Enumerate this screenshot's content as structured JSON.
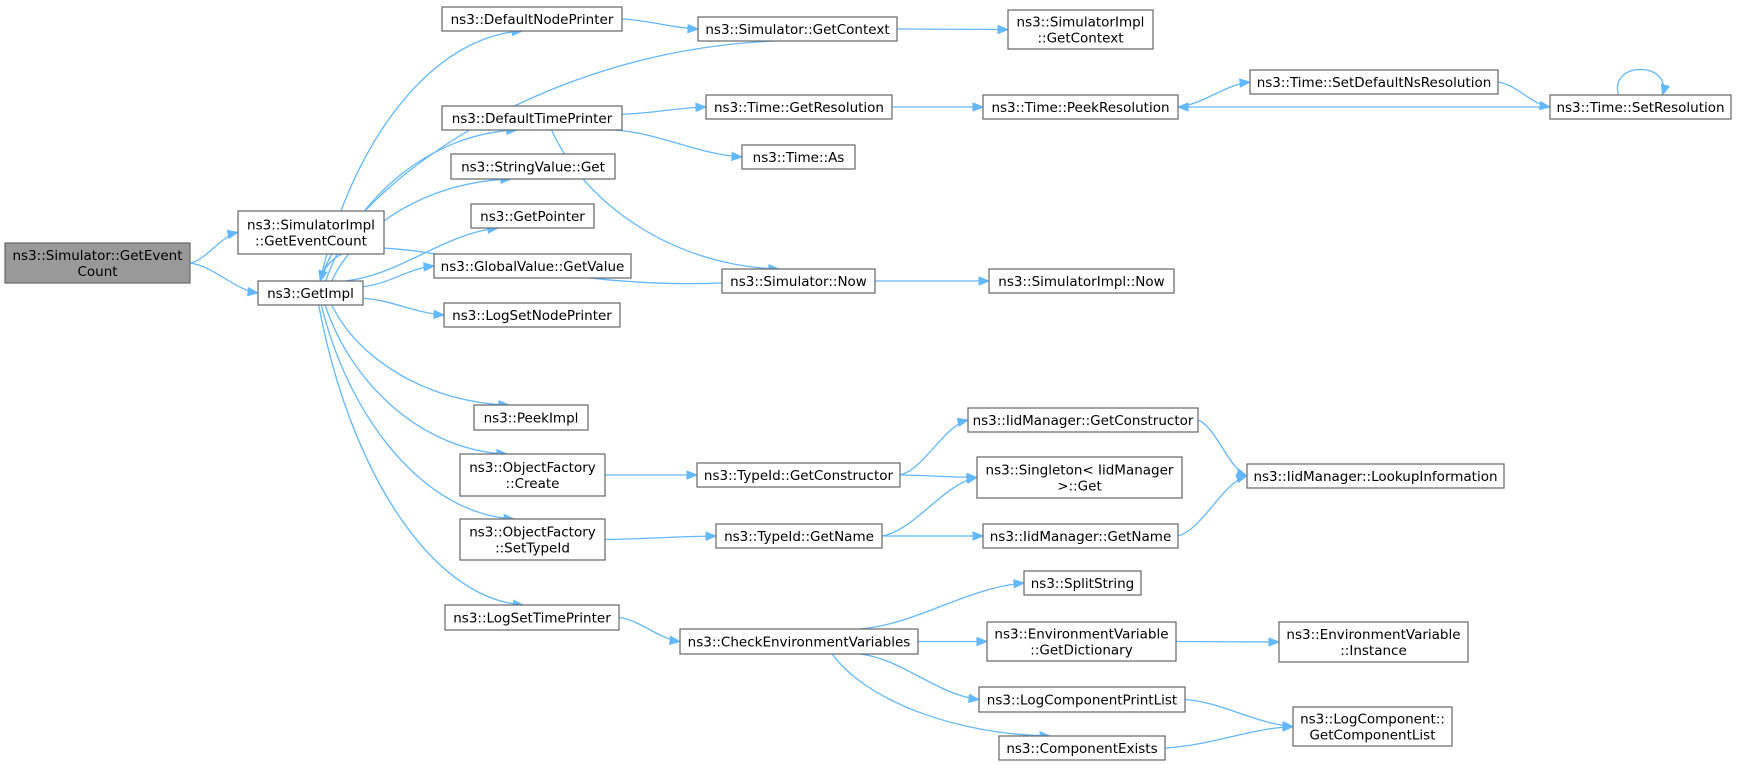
{
  "graph": {
    "nodes": [
      {
        "id": "root",
        "lines": [
          "ns3::Simulator::GetEvent",
          "Count"
        ],
        "root": true
      },
      {
        "id": "siGetEventCount",
        "lines": [
          "ns3::SimulatorImpl",
          "::GetEventCount"
        ]
      },
      {
        "id": "getImpl",
        "lines": [
          "ns3::GetImpl"
        ]
      },
      {
        "id": "defaultNodePrinter",
        "lines": [
          "ns3::DefaultNodePrinter"
        ]
      },
      {
        "id": "defaultTimePrinter",
        "lines": [
          "ns3::DefaultTimePrinter"
        ]
      },
      {
        "id": "stringValueGet",
        "lines": [
          "ns3::StringValue::Get"
        ]
      },
      {
        "id": "getPointer",
        "lines": [
          "ns3::GetPointer"
        ]
      },
      {
        "id": "globalValueGetValue",
        "lines": [
          "ns3::GlobalValue::GetValue"
        ]
      },
      {
        "id": "logSetNodePrinter",
        "lines": [
          "ns3::LogSetNodePrinter"
        ]
      },
      {
        "id": "peekImpl",
        "lines": [
          "ns3::PeekImpl"
        ]
      },
      {
        "id": "objectFactoryCreate",
        "lines": [
          "ns3::ObjectFactory",
          "::Create"
        ]
      },
      {
        "id": "objectFactorySetTypeId",
        "lines": [
          "ns3::ObjectFactory",
          "::SetTypeId"
        ]
      },
      {
        "id": "logSetTimePrinter",
        "lines": [
          "ns3::LogSetTimePrinter"
        ]
      },
      {
        "id": "simGetContext",
        "lines": [
          "ns3::Simulator::GetContext"
        ]
      },
      {
        "id": "siGetContext",
        "lines": [
          "ns3::SimulatorImpl",
          "::GetContext"
        ]
      },
      {
        "id": "timeGetResolution",
        "lines": [
          "ns3::Time::GetResolution"
        ]
      },
      {
        "id": "timePeekResolution",
        "lines": [
          "ns3::Time::PeekResolution"
        ]
      },
      {
        "id": "timeSetDefaultNsResolution",
        "lines": [
          "ns3::Time::SetDefaultNsResolution"
        ]
      },
      {
        "id": "timeSetResolution",
        "lines": [
          "ns3::Time::SetResolution"
        ]
      },
      {
        "id": "timeAs",
        "lines": [
          "ns3::Time::As"
        ]
      },
      {
        "id": "simNow",
        "lines": [
          "ns3::Simulator::Now"
        ]
      },
      {
        "id": "siNow",
        "lines": [
          "ns3::SimulatorImpl::Now"
        ]
      },
      {
        "id": "typeIdGetConstructor",
        "lines": [
          "ns3::TypeId::GetConstructor"
        ]
      },
      {
        "id": "iidGetConstructor",
        "lines": [
          "ns3::IidManager::GetConstructor"
        ]
      },
      {
        "id": "singletonGet",
        "lines": [
          "ns3::Singleton< IidManager",
          " >::Get"
        ]
      },
      {
        "id": "iidLookupInformation",
        "lines": [
          "ns3::IidManager::LookupInformation"
        ]
      },
      {
        "id": "typeIdGetName",
        "lines": [
          "ns3::TypeId::GetName"
        ]
      },
      {
        "id": "iidGetName",
        "lines": [
          "ns3::IidManager::GetName"
        ]
      },
      {
        "id": "checkEnvVars",
        "lines": [
          "ns3::CheckEnvironmentVariables"
        ]
      },
      {
        "id": "splitString",
        "lines": [
          "ns3::SplitString"
        ]
      },
      {
        "id": "envGetDictionary",
        "lines": [
          "ns3::EnvironmentVariable",
          "::GetDictionary"
        ]
      },
      {
        "id": "envInstance",
        "lines": [
          "ns3::EnvironmentVariable",
          "::Instance"
        ]
      },
      {
        "id": "logComponentPrintList",
        "lines": [
          "ns3::LogComponentPrintList"
        ]
      },
      {
        "id": "componentExists",
        "lines": [
          "ns3::ComponentExists"
        ]
      },
      {
        "id": "logComponentGetList",
        "lines": [
          "ns3::LogComponent::",
          "GetComponentList"
        ]
      }
    ],
    "edges": [
      [
        "root",
        "siGetEventCount"
      ],
      [
        "root",
        "getImpl"
      ],
      [
        "getImpl",
        "defaultNodePrinter"
      ],
      [
        "getImpl",
        "defaultTimePrinter"
      ],
      [
        "getImpl",
        "stringValueGet"
      ],
      [
        "getImpl",
        "getPointer"
      ],
      [
        "getImpl",
        "globalValueGetValue"
      ],
      [
        "getImpl",
        "logSetNodePrinter"
      ],
      [
        "getImpl",
        "peekImpl"
      ],
      [
        "getImpl",
        "objectFactoryCreate"
      ],
      [
        "getImpl",
        "objectFactorySetTypeId"
      ],
      [
        "getImpl",
        "logSetTimePrinter"
      ],
      [
        "defaultNodePrinter",
        "simGetContext"
      ],
      [
        "simGetContext",
        "siGetContext"
      ],
      [
        "simGetContext",
        "getImpl"
      ],
      [
        "defaultTimePrinter",
        "timeGetResolution"
      ],
      [
        "defaultTimePrinter",
        "timeAs"
      ],
      [
        "defaultTimePrinter",
        "simNow"
      ],
      [
        "timeGetResolution",
        "timePeekResolution"
      ],
      [
        "timePeekResolution",
        "timeSetDefaultNsResolution"
      ],
      [
        "timeSetDefaultNsResolution",
        "timeSetResolution"
      ],
      [
        "timeSetResolution",
        "timePeekResolution"
      ],
      [
        "timeSetResolution",
        "timeSetResolution"
      ],
      [
        "simNow",
        "siNow"
      ],
      [
        "simNow",
        "getImpl"
      ],
      [
        "objectFactoryCreate",
        "typeIdGetConstructor"
      ],
      [
        "typeIdGetConstructor",
        "iidGetConstructor"
      ],
      [
        "typeIdGetConstructor",
        "singletonGet"
      ],
      [
        "iidGetConstructor",
        "iidLookupInformation"
      ],
      [
        "objectFactorySetTypeId",
        "typeIdGetName"
      ],
      [
        "typeIdGetName",
        "singletonGet"
      ],
      [
        "typeIdGetName",
        "iidGetName"
      ],
      [
        "iidGetName",
        "iidLookupInformation"
      ],
      [
        "logSetTimePrinter",
        "checkEnvVars"
      ],
      [
        "checkEnvVars",
        "splitString"
      ],
      [
        "checkEnvVars",
        "envGetDictionary"
      ],
      [
        "checkEnvVars",
        "logComponentPrintList"
      ],
      [
        "checkEnvVars",
        "componentExists"
      ],
      [
        "envGetDictionary",
        "envInstance"
      ],
      [
        "logComponentPrintList",
        "logComponentGetList"
      ],
      [
        "componentExists",
        "logComponentGetList"
      ]
    ]
  }
}
